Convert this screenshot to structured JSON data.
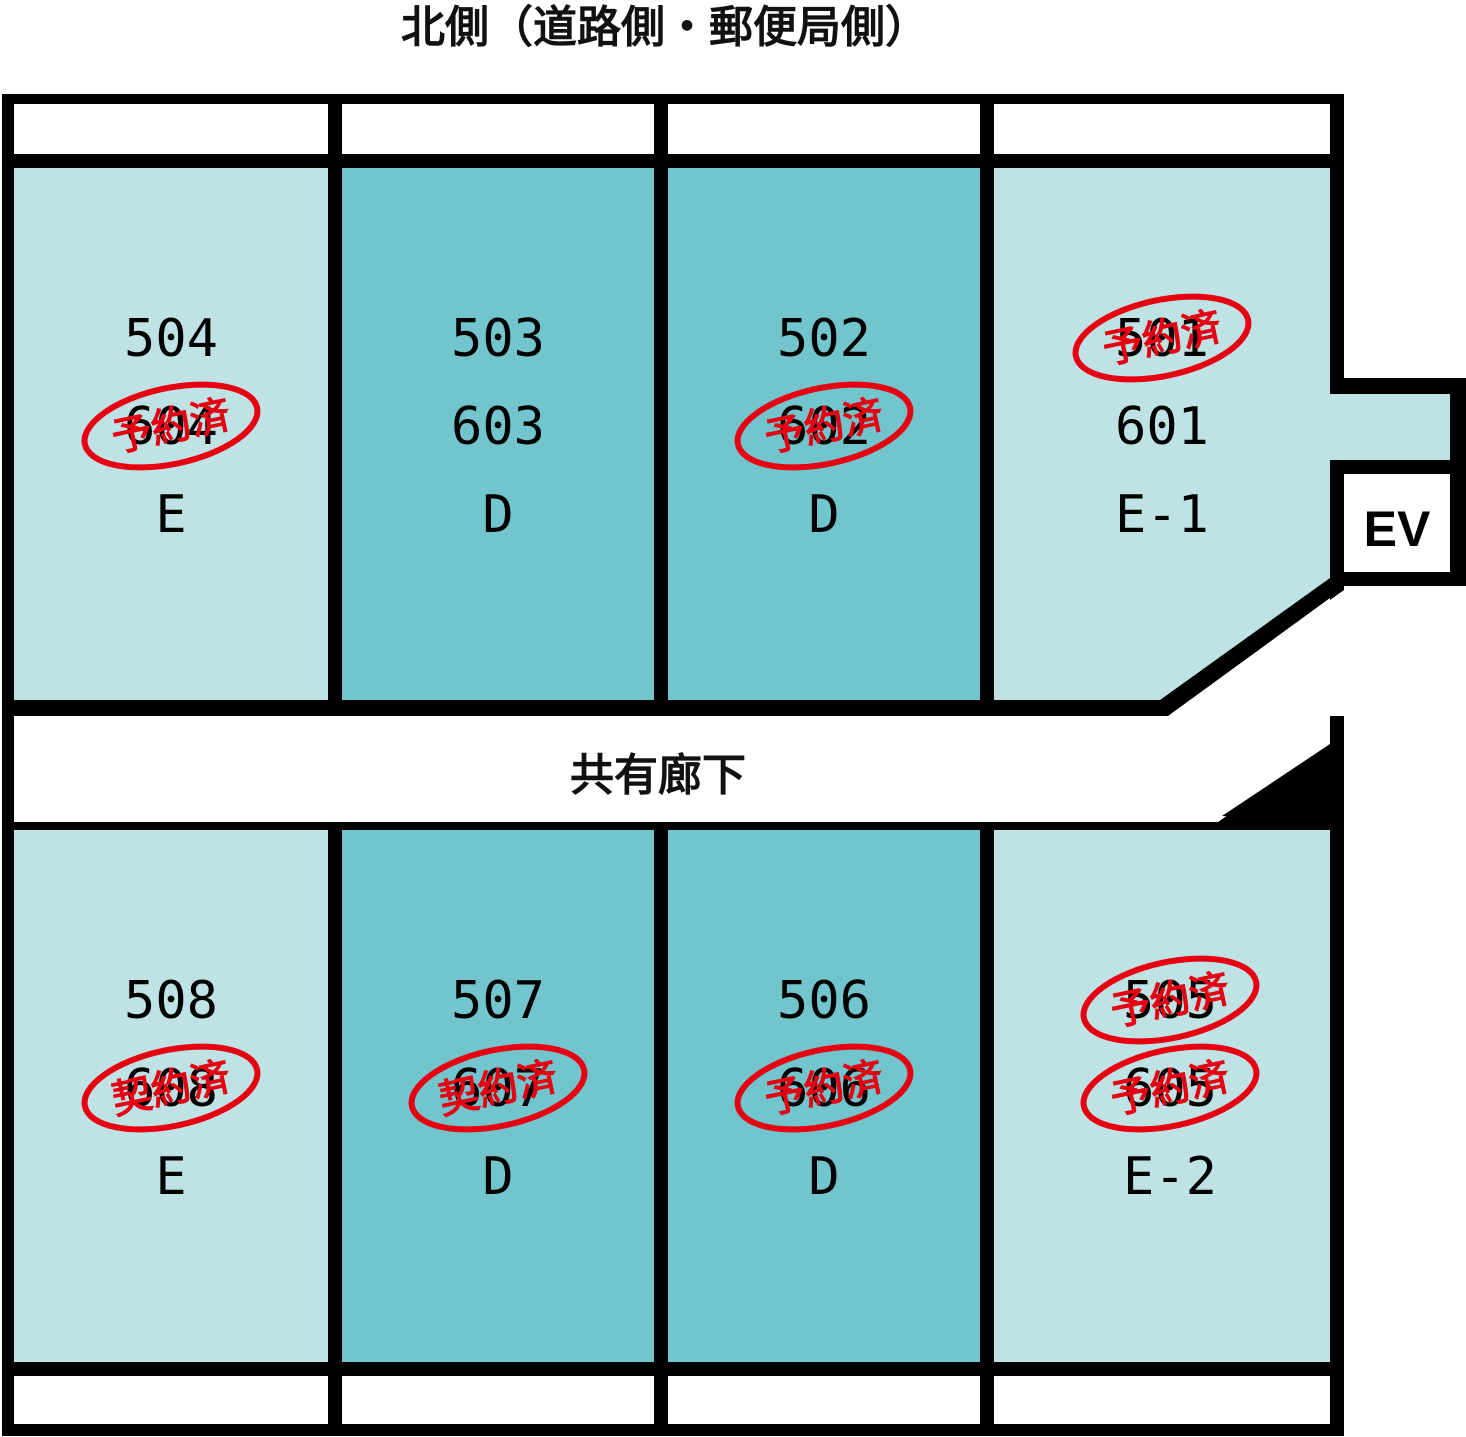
{
  "header": {
    "title": "北側（道路側・郵便局側）"
  },
  "corridor": {
    "label": "共有廊下"
  },
  "elevator": {
    "label": "EV"
  },
  "colors": {
    "light": "#bfe3e5",
    "dark": "#72c5cc",
    "stamp": "#e60012",
    "wall": "#000000"
  },
  "units": {
    "north": [
      {
        "id": "u504",
        "shade": "light",
        "lines": [
          "504",
          "604",
          "E"
        ],
        "stamps": [
          {
            "line": 1,
            "text": "予約済"
          }
        ]
      },
      {
        "id": "u503",
        "shade": "dark",
        "lines": [
          "503",
          "603",
          "D"
        ],
        "stamps": []
      },
      {
        "id": "u502",
        "shade": "dark",
        "lines": [
          "502",
          "602",
          "D"
        ],
        "stamps": [
          {
            "line": 1,
            "text": "予約済"
          }
        ]
      },
      {
        "id": "u501",
        "shade": "light",
        "lines": [
          "501",
          "601",
          "E-1"
        ],
        "stamps": [
          {
            "line": 0,
            "text": "予約済"
          }
        ]
      }
    ],
    "south": [
      {
        "id": "u508",
        "shade": "light",
        "lines": [
          "508",
          "608",
          "E"
        ],
        "stamps": [
          {
            "line": 1,
            "text": "契約済"
          }
        ]
      },
      {
        "id": "u507",
        "shade": "dark",
        "lines": [
          "507",
          "607",
          "D"
        ],
        "stamps": [
          {
            "line": 1,
            "text": "契約済"
          }
        ]
      },
      {
        "id": "u506",
        "shade": "dark",
        "lines": [
          "506",
          "606",
          "D"
        ],
        "stamps": [
          {
            "line": 1,
            "text": "予約済"
          }
        ]
      },
      {
        "id": "u505",
        "shade": "light",
        "lines": [
          "505",
          "605",
          "E-2"
        ],
        "stamps": [
          {
            "line": 0,
            "text": "予約済"
          },
          {
            "line": 1,
            "text": "予約済"
          }
        ]
      }
    ]
  }
}
